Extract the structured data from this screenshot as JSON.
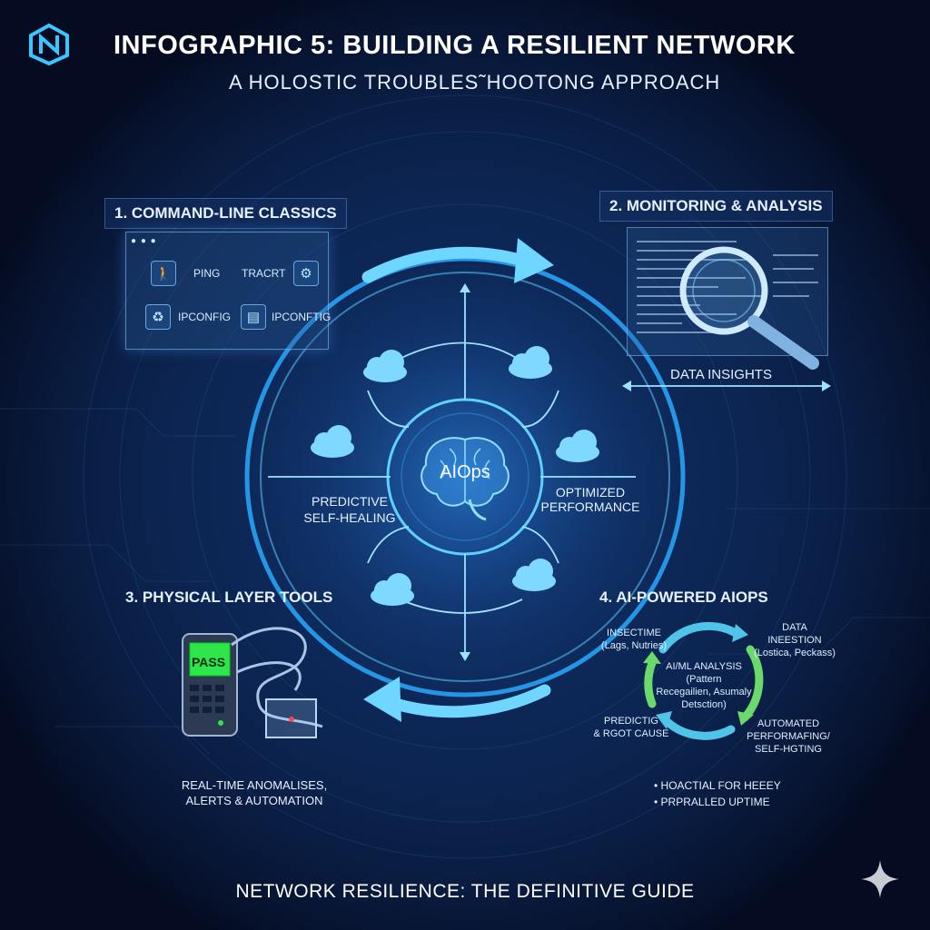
{
  "header": {
    "title": "INFOGRAPHIC 5: BUILDING A RESILIENT NETWORK",
    "subtitle": "A HOLOSTIC TROUBLES˜HOOTONG APPROACH"
  },
  "sections": {
    "s1": {
      "title": "1. COMMAND-LINE CLASSICS",
      "commands": [
        "PING",
        "TRACRT",
        "IPCONFIG",
        "IPCONFTIG"
      ]
    },
    "s2": {
      "title": "2. MONITORING & ANALYSIS",
      "data_insights": "DATA INSIGHTS"
    },
    "s3": {
      "title": "3. PHYSICAL LAYER TOOLS",
      "device_screen": "PASS",
      "caption_line1": "REAL-TIME ANOMALISES,",
      "caption_line2": "ALERTS & AUTOMATION"
    },
    "s4": {
      "title": "4. AI-POWERED AIOPS",
      "center": [
        "AI/ML ANALYSIS",
        "(Pattern",
        "Recegailien, Asumaly",
        "Detsction)"
      ],
      "top_left": [
        "INSECTIME",
        "(Lags, Nutries)"
      ],
      "top_right": [
        "DATA",
        "INEESTION",
        "(Lostica, Peckass)"
      ],
      "bottom_left": [
        "PREDICTIG",
        "& RGOT CAUSE"
      ],
      "bottom_right": [
        "AUTOMATED",
        "PERFORMAFING/",
        "SELF-HGTING"
      ],
      "bullets": [
        "HOACTIAL FOR HEEEY",
        "PRPRALLED UPTIME"
      ]
    }
  },
  "hub": {
    "center": "AIOps",
    "left_line1": "PREDICTIVE",
    "left_line2": "SELF-HEALING",
    "right_line1": "OPTIMIZED",
    "right_line2": "PERFORMANCE"
  },
  "footer": "NETWORK RESILIENCE: THE DEFINITIVE GUIDE",
  "colors": {
    "background": "#06102a",
    "accent": "#39c6ff",
    "cloud": "#7fd8ff",
    "pass_screen": "#2ee64a",
    "cycle_green": "#6cd96c"
  },
  "icons": [
    "logo-n-icon",
    "sparkle-icon",
    "magnifier-icon",
    "brain-icon",
    "cloud-icon",
    "network-tester-icon"
  ]
}
